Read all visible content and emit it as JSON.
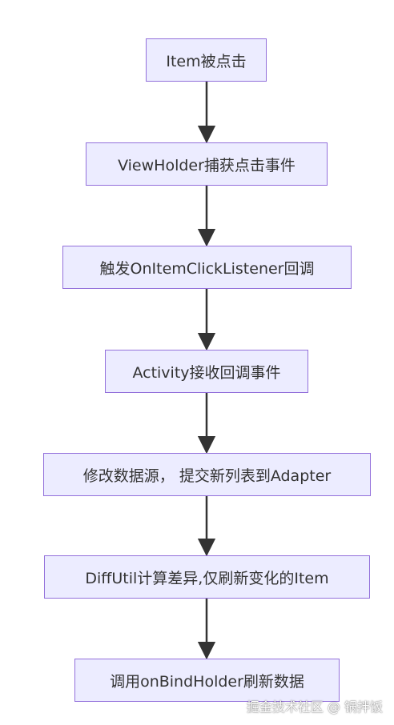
{
  "flowchart": {
    "nodes": [
      {
        "id": "n1",
        "label": "Item被点击"
      },
      {
        "id": "n2",
        "label": "ViewHolder捕获点击事件"
      },
      {
        "id": "n3",
        "label": "触发OnItemClickListener回调"
      },
      {
        "id": "n4",
        "label": "Activity接收回调事件"
      },
      {
        "id": "n5",
        "label": "修改数据源， 提交新列表到Adapter"
      },
      {
        "id": "n6",
        "label": "DiffUtil计算差异,仅刷新变化的Item"
      },
      {
        "id": "n7",
        "label": "调用onBindHolder刷新数据"
      }
    ],
    "edges": [
      {
        "from": "n1",
        "to": "n2"
      },
      {
        "from": "n2",
        "to": "n3"
      },
      {
        "from": "n3",
        "to": "n4"
      },
      {
        "from": "n4",
        "to": "n5"
      },
      {
        "from": "n5",
        "to": "n6"
      },
      {
        "from": "n6",
        "to": "n7"
      }
    ]
  },
  "watermark": "掘金技术社区 @ 锅拌饭",
  "colors": {
    "node_fill": "#ECECFF",
    "node_border": "#9370DB",
    "edge": "#333333",
    "text": "#333333"
  }
}
